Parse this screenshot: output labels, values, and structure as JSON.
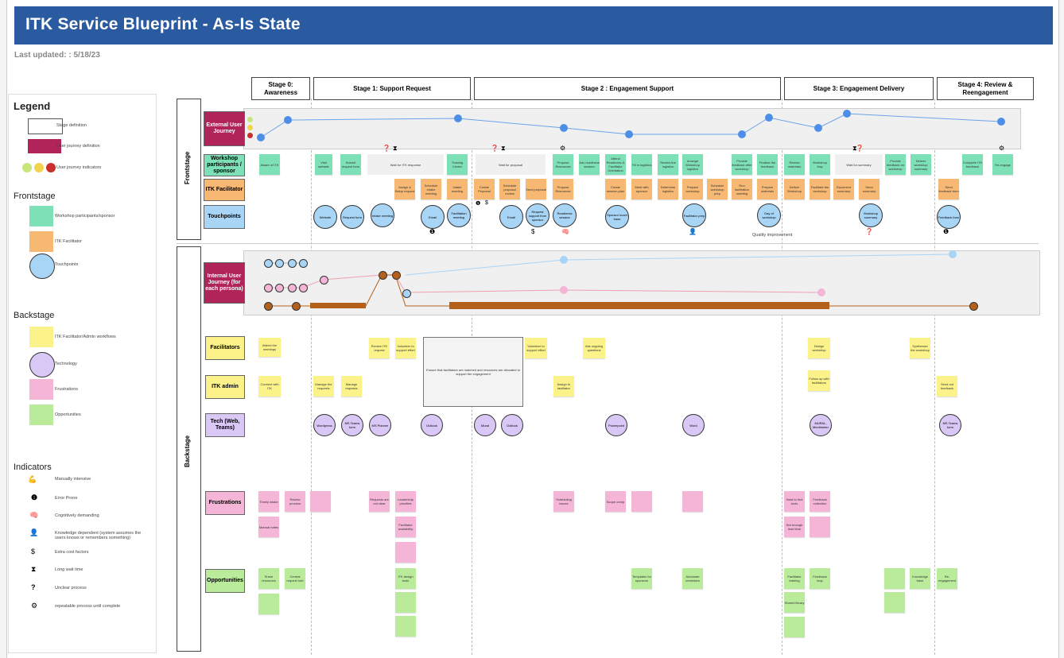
{
  "header": {
    "title": "ITK Service Blueprint - As-Is State",
    "updated": "Last updated: : 5/18/23"
  },
  "legend": {
    "title": "Legend",
    "items": [
      "Stage definition",
      "User journey definition",
      "User journey indicators"
    ],
    "frontstage_title": "Frontstage",
    "frontstage_items": [
      "Workshop participants/sponsor",
      "ITK Facilitator",
      "Touchpoints"
    ],
    "backstage_title": "Backstage",
    "backstage_items": [
      "ITK Facilitator/Admin workflows",
      "Technology",
      "Frustrations",
      "Opportunities"
    ],
    "indicators_title": "Indicators",
    "indicators": [
      "Manually intensive",
      "Error Prone",
      "Cognitively demanding",
      "Knowledge dependent (system assumes the users knows or remembers something)",
      "Extra cost factors",
      "Long wait time",
      "Unclear process",
      "repeatable process until complete"
    ]
  },
  "stages": [
    "Stage 0: Awareness",
    "Stage 1: Support Request",
    "Stage 2 : Engagement Support",
    "Stage 3: Engagement Delivery",
    "Stage 4: Review & Reengagement"
  ],
  "sections": {
    "frontstage": "Frontstage",
    "backstage": "Backstage"
  },
  "rows": {
    "external": "External User Journey",
    "participants": "Workshop participants / sponsor",
    "facilitator": "ITK Facilitator",
    "touchpoints": "Touchpoints",
    "internal": "Internal User Journey (for each persona)",
    "facilitators": "Facilitators",
    "admin": "ITK admin",
    "tech": "Tech (Web, Teams)",
    "frustrations": "Frustrations",
    "opportunities": "Opportunities"
  },
  "participants_notes": [
    "Aware of ITK",
    "Visit website",
    "Submit request form",
    "Wait for ITK response",
    "Training Center",
    "Wait for proposal",
    "Propose Resources",
    "Join readiness session",
    "Attend Readiness & Facilitator Orientation",
    "Fill in logistics",
    "Review the logistics",
    "Arrange Workshop logistics",
    "Provide feedback after workshop",
    "Finalise the feedback",
    "Review materials",
    "Workshop Day",
    "Wait for summary",
    "Provide feedback on workshop",
    "Deliver workshop summary",
    "Complete ITK feedback",
    "Re-engage"
  ],
  "facilitator_notes": [
    "Assign & Setup request",
    "Schedule Intake meeting",
    "Intake meeting",
    "Create Proposal",
    "Schedule proposal review",
    "Send proposal",
    "Propose Resources",
    "Create session plan",
    "Meet with sponsor",
    "Determine logistics",
    "Prepare workshop",
    "Schedule workshop prep",
    "Run facilitation meeting",
    "Prepare materials",
    "Deliver Workshop",
    "Facilitate the workshop",
    "Document summary",
    "Send summary",
    "Send feedback form"
  ],
  "touchpoints": [
    "Website",
    "Request form",
    "Intake meeting",
    "Email",
    "Facilitation meeting",
    "Email",
    "Request support from sponsor",
    "Readiness session",
    "Sponsor touch base",
    "Facilitator prep",
    "Day of workshop",
    "Workshop summary",
    "Feedback form"
  ],
  "touchpoint_note": "Quality improvement",
  "facilitator_backstage": [
    "Attend the meetings",
    "Review ITK request",
    "Volunteer to support effort",
    "Volunteer to support effort",
    "Ask ongoing questions",
    "Design workshop",
    "Synthesize the workshop"
  ],
  "admin_notes": [
    "Connect with ITK",
    "Manage the requests",
    "Manage requests",
    "Assign to facilitator",
    "Follow up with facilitators",
    "Send out feedback"
  ],
  "center_note": "Ensure that facilitators are matched and resources are allocated to support the engagement",
  "tech": [
    "Wordpress",
    "MS Teams form",
    "MS Planner",
    "Outlook",
    "Mural",
    "Outlook",
    "Powerpoint",
    "Word",
    "MURAL, Mentimeter",
    "MS Teams form"
  ],
  "frustrations": [
    "Timely intake",
    "Review process",
    "Requests are not clear",
    "Leadership priorities",
    "Manual notes",
    "Facilitator availability",
    "Scheduling issues",
    "Scope creep",
    "Hard to find tools",
    "Not enough lead time",
    "Feedback collection"
  ],
  "opportunities": [
    "Share resources",
    "Central request hub",
    "ITK design tools",
    "Templates for sponsors",
    "Automate reminders",
    "Facilitator training",
    "Feedback loop",
    "Shared library",
    "Knowledge base",
    "Re-engagement"
  ],
  "colors": {
    "blue": "#2a5aa0",
    "maroon": "#b0245a",
    "green": "#7de0b6",
    "orange": "#f6b872",
    "sky": "#a8d4f6",
    "yellow": "#fbf38a",
    "lavender": "#d9c7f5",
    "pink": "#f4b5d6",
    "lime": "#b9eb9b",
    "brown": "#b5601a"
  }
}
